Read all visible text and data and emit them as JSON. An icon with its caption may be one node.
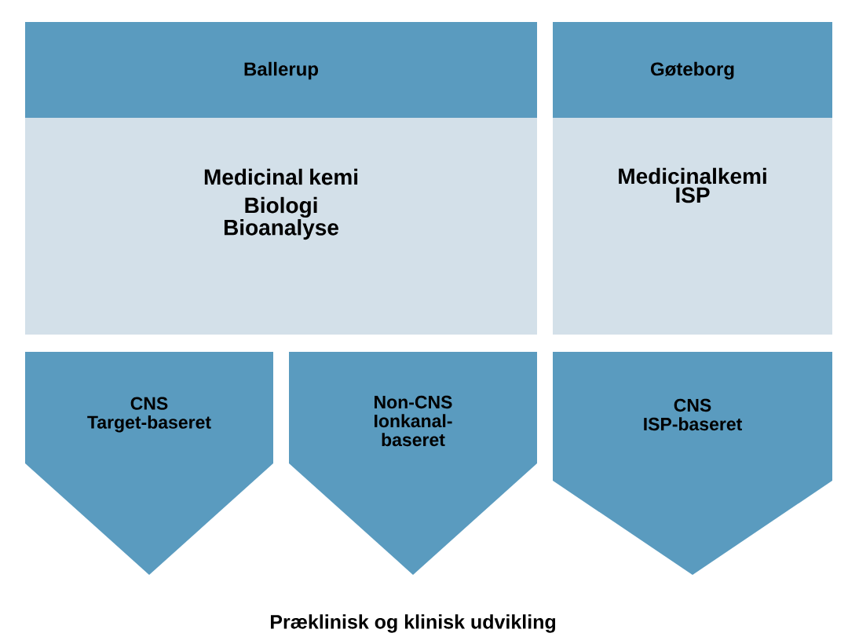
{
  "diagram": {
    "caption": "Præklinisk og klinisk udvikling",
    "nodes": [
      {
        "text": [
          "Ballerup"
        ]
      },
      {
        "text": [
          "Gøteborg"
        ]
      },
      {
        "text": [
          "Medicinal kemi",
          "Biologi",
          "Bioanalyse"
        ]
      },
      {
        "text": [
          "Medicinalkemi",
          "ISP"
        ]
      },
      {
        "text": [
          "CNS",
          "Target-baseret"
        ]
      },
      {
        "text": [
          "Non-CNS",
          "Ionkanal-baseret"
        ]
      },
      {
        "text": [
          "CNS",
          "ISP-baseret"
        ]
      }
    ]
  }
}
